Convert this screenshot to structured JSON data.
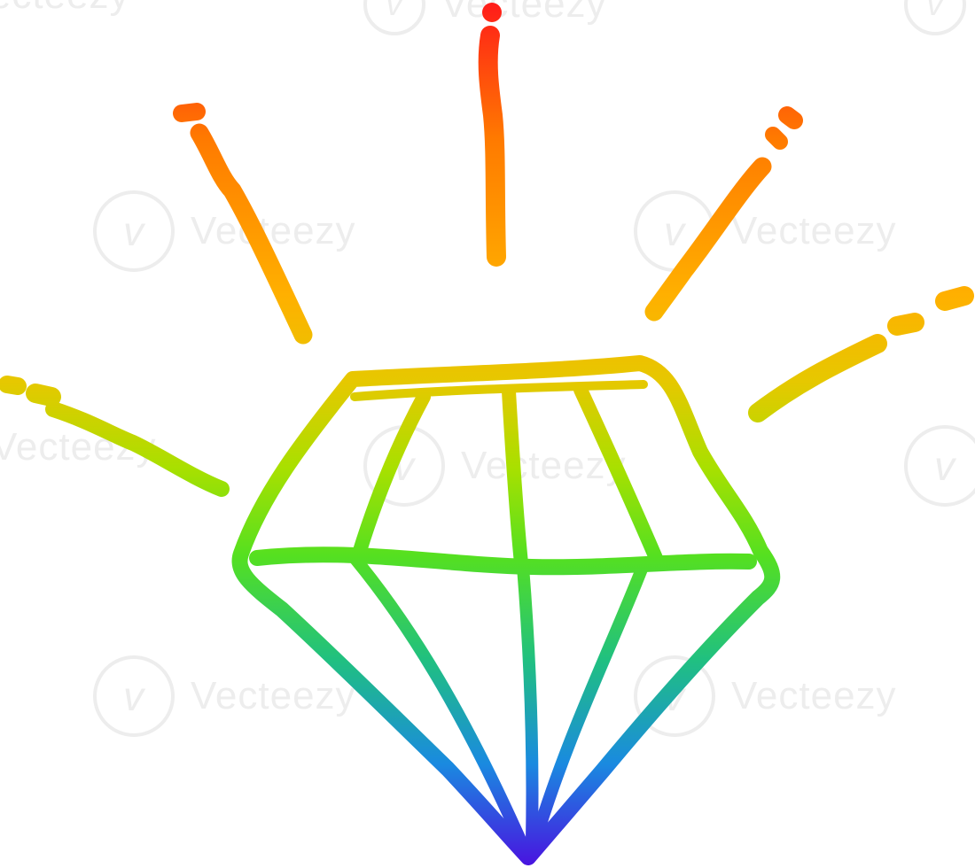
{
  "image": {
    "subject": "diamond-with-sparkle-rays",
    "palette": {
      "red": "#ff1a1a",
      "orange": "#ff7a00",
      "amber": "#ffb000",
      "yellow": "#e6c800",
      "lime": "#a8e000",
      "green": "#55e020",
      "teal": "#20c080",
      "blue": "#1a8ae0",
      "violet": "#4a10e0"
    }
  },
  "watermark": {
    "text": "Vecteezy",
    "logo_glyph": "v"
  }
}
